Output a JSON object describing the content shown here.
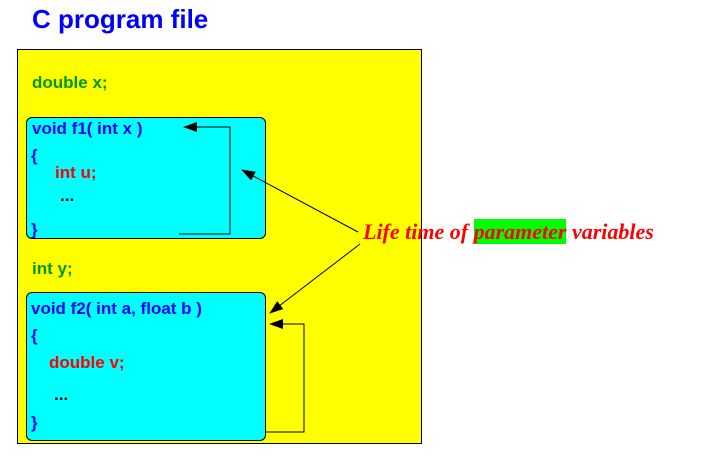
{
  "title": "C program file",
  "globals": {
    "decl_x": "double x;",
    "decl_y": "int y;"
  },
  "f1": {
    "signature": "void f1( int x )",
    "open_brace": "{",
    "local_decl": "int u;",
    "ellipsis": "...",
    "close_brace": "}"
  },
  "f2": {
    "signature": "void f2( int a, float b )",
    "open_brace": "{",
    "local_decl": "double v;",
    "ellipsis": "...",
    "close_brace": "}"
  },
  "caption": {
    "before": "Life time of ",
    "highlight": "parameter",
    "after": " variables"
  },
  "colors": {
    "file_background": "#ffff00",
    "function_background": "#00ffff",
    "title": "#0000ff",
    "global_decl": "#009900",
    "signature": "#0000ff",
    "local_decl": "#ff0000",
    "caption": "#ff0000",
    "caption_highlight": "#00ff00"
  }
}
